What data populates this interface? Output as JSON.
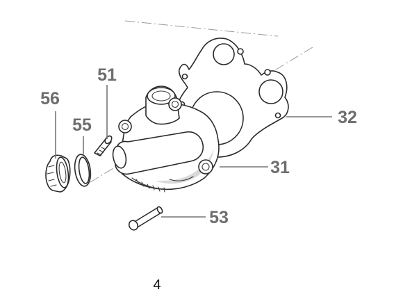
{
  "diagram": {
    "callouts": [
      {
        "id": "p51",
        "text": "51"
      },
      {
        "id": "p56",
        "text": "56"
      },
      {
        "id": "p55",
        "text": "55"
      },
      {
        "id": "p32",
        "text": "32"
      },
      {
        "id": "p31",
        "text": "31"
      },
      {
        "id": "p53",
        "text": "53"
      }
    ],
    "page_number": "4"
  }
}
